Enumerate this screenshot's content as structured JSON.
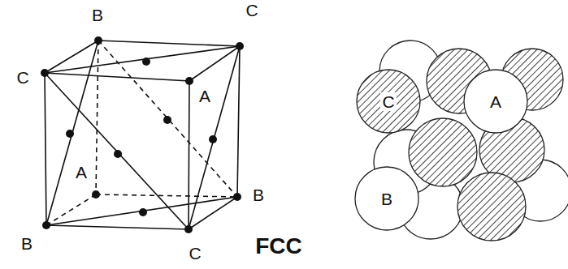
{
  "diagram": {
    "nodes": [
      {
        "text": [
          "C"
        ]
      },
      {
        "text": [
          "A"
        ]
      },
      {
        "text": [
          "B"
        ]
      }
    ],
    "labels": [
      "B",
      "C",
      "C",
      "A",
      "A",
      "B",
      "B",
      "C",
      "FCC"
    ]
  }
}
